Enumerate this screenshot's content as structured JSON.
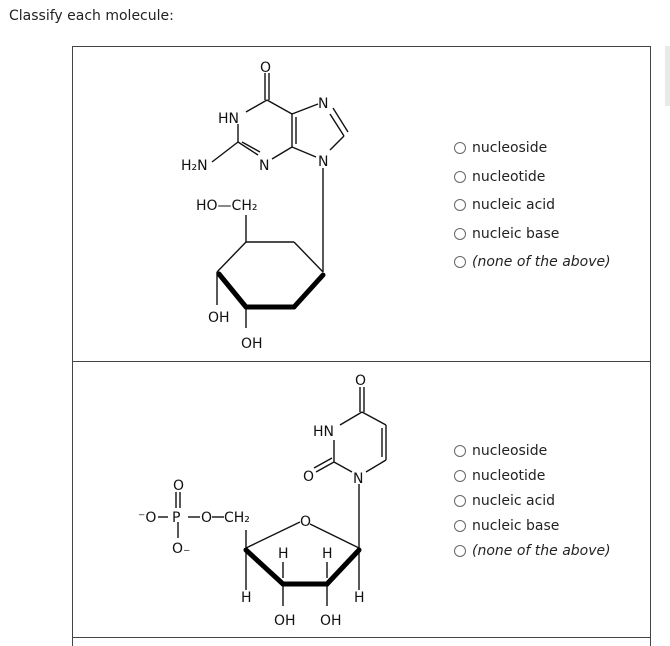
{
  "prompt": "Classify each molecule:",
  "questions": [
    {
      "options": [
        "nucleoside",
        "nucleotide",
        "nucleic acid",
        "nucleic base",
        "(none of the above)"
      ],
      "molecule_labels": {
        "o_top": "O",
        "hn": "HN",
        "n_right": "N",
        "h2n": "H₂N",
        "n_mid": "N",
        "n_low": "N",
        "ho_ch2": "HO—CH₂",
        "oh_left": "OH",
        "oh_low": "OH"
      }
    },
    {
      "options": [
        "nucleoside",
        "nucleotide",
        "nucleic acid",
        "nucleic base",
        "(none of the above)"
      ],
      "molecule_labels": {
        "o_top": "O",
        "hn": "HN",
        "o_left": "O",
        "n": "N",
        "o_ring": "O",
        "o_phos_top": "O",
        "o_minus_left": "⁻O",
        "p": "P",
        "o_bridge": "O",
        "ch2": "CH₂",
        "o_minus_bottom": "O₋",
        "h1": "H",
        "h2": "H",
        "h3": "H",
        "h4": "H",
        "oh1": "OH",
        "oh2": "OH"
      }
    }
  ]
}
